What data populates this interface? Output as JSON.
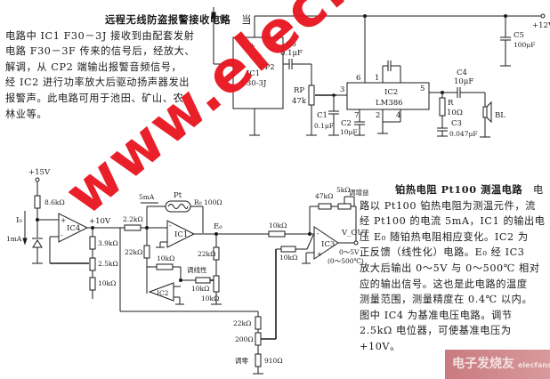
{
  "circuit1": {
    "title": "远程无线防盗报警接收电路",
    "description_lines": [
      "远程无线防盗报警接收电路　当",
      "电路中 IC1 F30－3J 接收到由配套发射",
      "电路 F30－3F 传来的信号后，经放大、",
      "解调，从 CP2 端输出报警音频信号，",
      "经 IC2 进行功率放大后驱动扬声器发出",
      "报警声。此电路可用于池田、矿山、农",
      "林业等。"
    ],
    "labels": {
      "antenna": "W",
      "supply": "+12V",
      "ic1_name": "IC1",
      "ic1_part": "F30-3J",
      "ic1_plus": "+",
      "ic1_minus": "-",
      "cp2": "CP2",
      "c6_name": "C6",
      "c6_value": "0.1μF",
      "rp_name": "RP",
      "rp_value": "47k",
      "c1_name": "C1",
      "c1_value": "0.1μF",
      "c2_name": "C2",
      "c2_value": "10μF",
      "ic2_name": "IC2",
      "ic2_part": "LM386",
      "pin6": "6",
      "pin1": "1",
      "pin3": "3",
      "pin7": "7",
      "pin2": "2",
      "pin4": "4",
      "pin5": "5",
      "c4_name": "C4",
      "c4_value": "10μF",
      "r_name": "R",
      "r_value": "10Ω",
      "c3_name": "C3",
      "c3_value": "0.047μF",
      "c5_name": "C5",
      "c5_value": "100μF",
      "speaker": "BL"
    }
  },
  "circuit2": {
    "title": "铂热电阻 Pt100 测温电路",
    "description_lines": [
      "铂热电阻 Pt100 测温电路　电",
      "路以 Pt100 铂热电阻为测温元件，流",
      "经 Pt100 的电流 5mA，IC1 的输出电",
      "压 E₀ 随铂热电阻相应变化。IC2 为",
      "正反馈（线性化）电路。E₀ 经 IC3",
      "放大后输出 0～5V 与 0～500℃ 相对",
      "应的输出信号。这也是此电路的温度",
      "测量范围，测量精度在 0.4℃ 以内。",
      "图中 IC4 为基准电压电路。调节",
      "2.5kΩ 电位器，可使基准电压为",
      "+10V。"
    ],
    "labels": {
      "supply": "+15V",
      "r_86k": "8.6kΩ",
      "i0": "I₀",
      "i0_value": "1mA",
      "ic4": "IC4",
      "v10": "+10V",
      "r_39k": "3.9kΩ",
      "r_25k": "2.5kΩ",
      "r_10k_a": "10kΩ",
      "r_22k_in": "2.2kΩ",
      "r_22k_fb": "22kΩ",
      "current": "5mA",
      "pt": "Pt",
      "r0": "R₀ 100Ω",
      "ic1": "IC1",
      "e0": "E₀",
      "r_10k_b": "10kΩ",
      "ic2": "IC2",
      "linearity": "调线性",
      "r_10k_c": "10kΩ",
      "r_10k_d": "10kΩ",
      "r_22k_e0": "22kΩ",
      "r_10k_in1": "10kΩ",
      "r_10k_in2": "10kΩ",
      "r_47k": "47kΩ",
      "r_5k": "5kΩ",
      "gain": "调增益",
      "ic3": "IC3",
      "vout": "V_OUT",
      "vout_range": "0～5V",
      "temp_range": "(0～500℃)",
      "r_22k_zero": "22kΩ",
      "r_200": "200Ω",
      "zero": "调零",
      "r_910": "910Ω"
    }
  },
  "watermark": {
    "text": "www.elecfans.com",
    "color": "#e8141e"
  },
  "badge": {
    "text": "电子发烧友",
    "sub": "elecfans.com"
  }
}
